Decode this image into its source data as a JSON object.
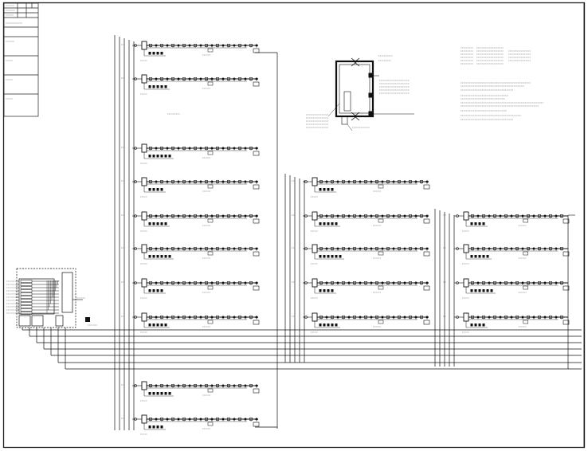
{
  "drawing": {
    "kind": "fire-alarm-system-riser",
    "line_color": "#111111",
    "paper_color": "#ffffff",
    "legible_text": []
  },
  "left_risers": {
    "floor_count": 10
  },
  "middle_risers": {
    "floor_count": 5
  },
  "right_risers": {
    "floor_count": 4
  }
}
